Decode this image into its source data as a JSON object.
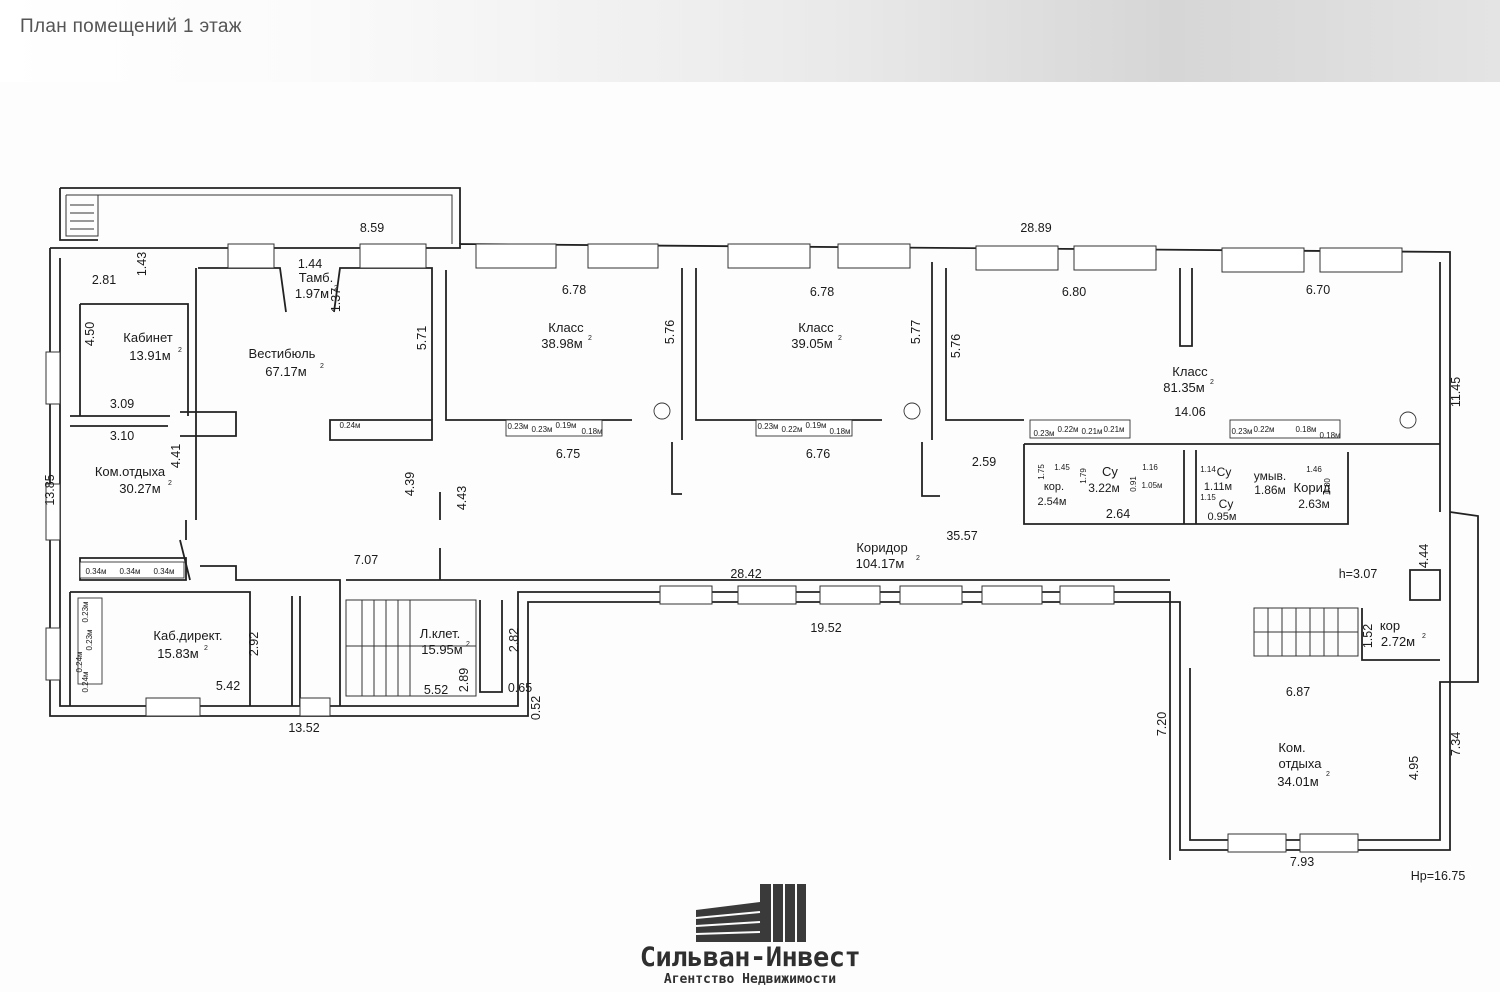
{
  "page_title": "План помещений 1 этаж",
  "rooms": [
    {
      "id": "kabinet",
      "name": "Кабинет",
      "area": "13.91м"
    },
    {
      "id": "vestibul",
      "name": "Вестибюль",
      "area": "67.17м"
    },
    {
      "id": "tamb",
      "name": "Тамб.",
      "area": "1.97м"
    },
    {
      "id": "klass1",
      "name": "Класс",
      "area": "38.98м"
    },
    {
      "id": "klass2",
      "name": "Класс",
      "area": "39.05м"
    },
    {
      "id": "klass3",
      "name": "Класс",
      "area": "81.35м"
    },
    {
      "id": "kom_otdykha1",
      "name": "Ком.отдыха",
      "area": "30.27м"
    },
    {
      "id": "kab_direkt",
      "name": "Каб.директ.",
      "area": "15.83м"
    },
    {
      "id": "l_klet",
      "name": "Л.клет.",
      "area": "15.95м"
    },
    {
      "id": "koridor",
      "name": "Коридор",
      "area": "104.17м"
    },
    {
      "id": "kor_small",
      "name": "кор.",
      "area": "2.54м"
    },
    {
      "id": "su1",
      "name": "Су",
      "area": "3.22м"
    },
    {
      "id": "su2",
      "name": "Су",
      "area": "1.11м"
    },
    {
      "id": "su3",
      "name": "Су",
      "area": "0.95м"
    },
    {
      "id": "umyv",
      "name": "умыв.",
      "area": "1.86м"
    },
    {
      "id": "korid",
      "name": "Корид",
      "area": "2.63м"
    },
    {
      "id": "kor_right",
      "name": "кор",
      "area": "2.72м"
    },
    {
      "id": "kom_otdykha2_l1",
      "name": "Ком.",
      "l2": "отдыха",
      "area": "34.01м"
    }
  ],
  "sup": "2",
  "dimensions": {
    "d_859": "8.59",
    "d_2889": "28.89",
    "d_144": "1.44",
    "d_143": "1.43",
    "d_281": "2.81",
    "d_137": "1.37",
    "d_678a": "6.78",
    "d_678b": "6.78",
    "d_680": "6.80",
    "d_670": "6.70",
    "d_450": "4.50",
    "d_571": "5.71",
    "d_576a": "5.76",
    "d_577": "5.77",
    "d_576b": "5.76",
    "d_1145": "11.45",
    "d_309": "3.09",
    "d_310": "3.10",
    "d_441": "4.41",
    "d_1406": "14.06",
    "d_675": "6.75",
    "d_676": "6.76",
    "d_259": "2.59",
    "d_1385": "13.85",
    "d_439": "4.39",
    "d_443": "4.43",
    "d_264": "2.64",
    "d_3557": "35.57",
    "d_707": "7.07",
    "d_2842": "28.42",
    "d_h307": "h=3.07",
    "d_444": "4.44",
    "d_1952": "19.52",
    "d_152": "1.52",
    "d_292": "2.92",
    "d_282": "2.82",
    "d_289": "2.89",
    "d_542": "5.42",
    "d_552": "5.52",
    "d_065": "0.65",
    "d_052": "0.52",
    "d_1352": "13.52",
    "d_687": "6.87",
    "d_720": "7.20",
    "d_734": "7.34",
    "d_495": "4.95",
    "d_793": "7.93",
    "d_hp": "Нр=16.75"
  },
  "fixtures": {
    "f_024m": "0.24м",
    "f_023a": "0.23м",
    "f_023b": "0.23м",
    "f_019a": "0.19м",
    "f_018a": "0.18м",
    "f_023c": "0.23м",
    "f_022a": "0.22м",
    "f_019b": "0.19м",
    "f_018b": "0.18м",
    "f_023d": "0.23м",
    "f_022b": "0.22м",
    "f_021a": "0.21м",
    "f_021b": "0.21м",
    "f_023e": "0.23м",
    "f_022c": "0.22м",
    "f_018c": "0.18м",
    "f_018d": "0.18м",
    "f_034a": "0.34м",
    "f_034b": "0.34м",
    "f_034c": "0.34м",
    "f_023f": "0.23м",
    "f_023g": "0.23м",
    "f_024a": "0.24м",
    "f_024b": "0.24м",
    "s_175": "1.75",
    "s_145": "1.45",
    "s_179": "1.79",
    "s_116": "1.16",
    "s_091": "0.91",
    "s_105": "1.05м",
    "s_114": "1.14",
    "s_146": "1.46",
    "s_115": "1.15",
    "s_080": "0.80"
  },
  "brand": {
    "name": "Сильван-Инвест",
    "tagline": "Агентство Недвижимости"
  }
}
